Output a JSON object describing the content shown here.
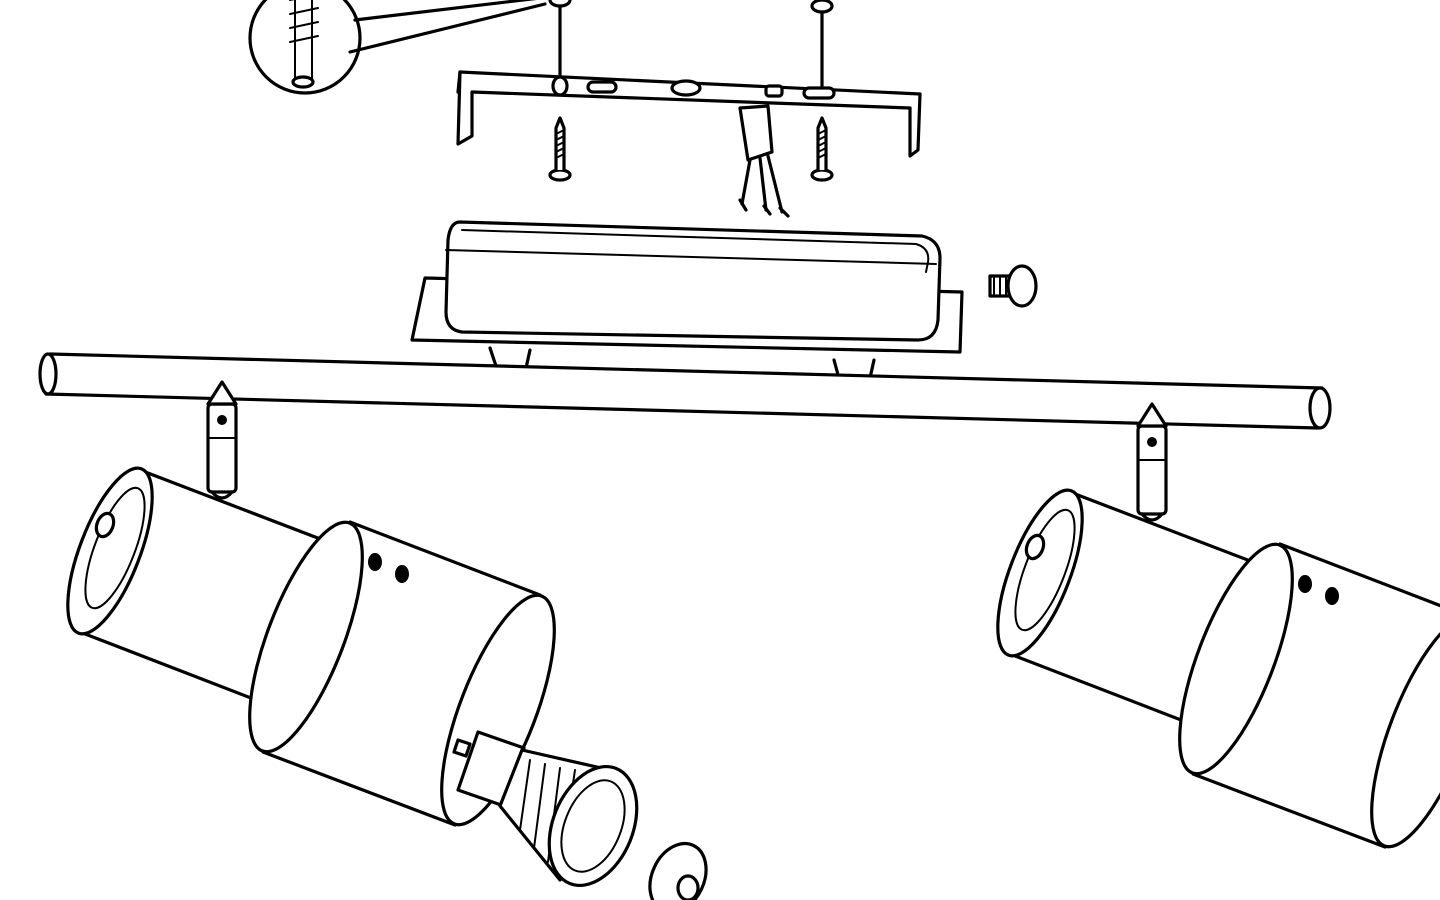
{
  "diagram": {
    "kind": "exploded assembly line drawing",
    "line_color": "#000000",
    "background_color": "#ffffff",
    "parts": [
      "wall-plug-detail",
      "mounting-bracket",
      "mounting-screw",
      "supply-cable",
      "canopy-box",
      "grub-screw",
      "spotlight-bar",
      "swivel-joint",
      "spot-head",
      "gu10-led-bulb",
      "cover-cap"
    ]
  }
}
